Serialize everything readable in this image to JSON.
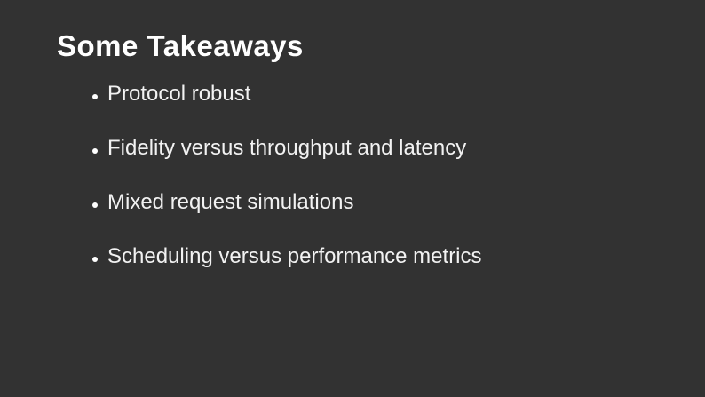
{
  "slide": {
    "title": "Some Takeaways",
    "bullets": [
      "Protocol robust",
      "Fidelity versus throughput and latency",
      "Mixed request simulations",
      "Scheduling versus performance metrics"
    ],
    "icons": {
      "bullet": "filled-circle"
    },
    "colors": {
      "background": "#323232",
      "title_text": "#ffffff",
      "body_text": "#f2f2f2",
      "bullet_dot": "#ffffff"
    }
  }
}
